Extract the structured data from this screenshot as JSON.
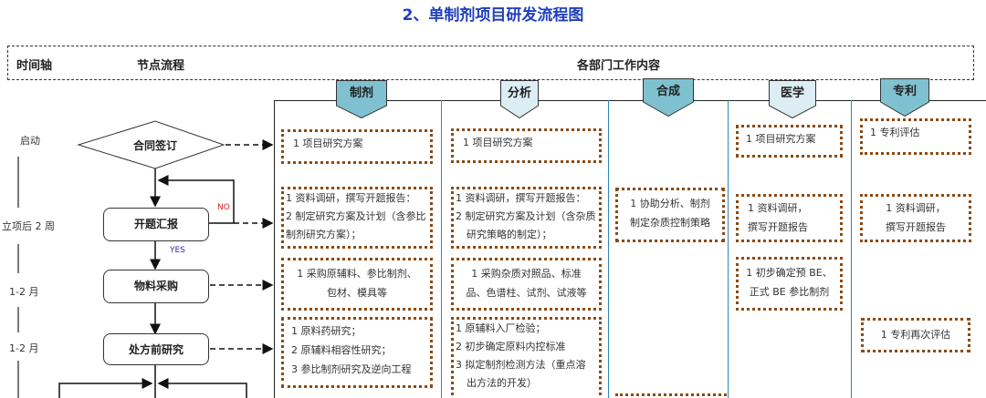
{
  "title": "2、单制剂项目研发流程图",
  "header": {
    "timeline": "时间轴",
    "nodes": "节点流程",
    "departments": "各部门工作内容"
  },
  "timeline": [
    "启动",
    "立项后 2 周",
    "1-2 月",
    "1-2 月"
  ],
  "flow": {
    "contract": "合同签订",
    "kickoff": "开题汇报",
    "procurement": "物料采购",
    "preformulation": "处方前研究",
    "no": "NO",
    "yes": "YES"
  },
  "colors": {
    "tab_dark": "#7fc1d1",
    "tab_light": "#dcedf3",
    "box_border": "#8b4a12",
    "divider": "#2f86c0",
    "title": "#1f3fbf"
  },
  "departments": [
    {
      "name": "制剂",
      "boxes": [
        [
          "1 项目研究方案"
        ],
        [
          "1 资料调研，撰写开题报告：",
          "2 制定研究方案及计划（含参比",
          "制剂研究方案）；"
        ],
        [
          "1 采购原辅料、参比制剂、",
          "包材、模具等"
        ],
        [
          "1 原料药研究；",
          "2 原辅料相容性研究；",
          "3 参比制剂研究及逆向工程"
        ]
      ]
    },
    {
      "name": "分析",
      "boxes": [
        [
          "1 项目研究方案"
        ],
        [
          "1 资料调研，撰写开题报告：",
          "2 制定研究方案及计划（含杂质",
          "研究策略的制定）；"
        ],
        [
          "1 采购杂质对照品、标准",
          "品、色谱柱、试剂、试液等"
        ],
        [
          "1 原辅料入厂检验；",
          "2 初步确定原料内控标准",
          "3  拟定制剂检测方法（重点溶",
          "出方法的开发）"
        ]
      ]
    },
    {
      "name": "合成",
      "boxes": [
        [
          "1  协助分析、制剂",
          "制定杂质控制策略"
        ]
      ]
    },
    {
      "name": "医学",
      "boxes": [
        [
          "1 项目研究方案"
        ],
        [
          "1 资料调研，",
          "撰写开题报告"
        ],
        [
          "1 初步确定预 BE、",
          "正式 BE 参比制剂"
        ]
      ]
    },
    {
      "name": "专利",
      "boxes": [
        [
          "1 专利评估"
        ],
        [
          "1 资料调研，",
          "撰写开题报告"
        ],
        [
          "1 专利再次评估"
        ]
      ]
    }
  ]
}
